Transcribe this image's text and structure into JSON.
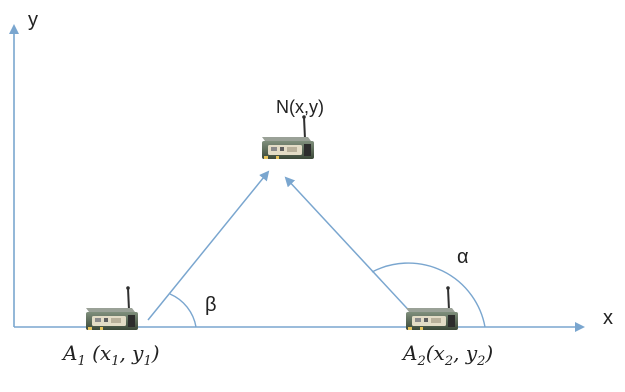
{
  "colors": {
    "axis": "#7aa6cf",
    "vector": "#7aa6cf",
    "arc": "#7aa6cf",
    "text": "#222222"
  },
  "axes": {
    "x_label": "x",
    "y_label": "y"
  },
  "nodes": {
    "unknown": {
      "label": "N(x,y)",
      "icon": "wireless-sensor-board-icon"
    },
    "anchor1": {
      "prefix": "A",
      "sub": "1",
      "mid": " (x",
      "sub2": "1",
      "mid2": ", y",
      "sub3": "1",
      "suffix": ")",
      "icon": "wireless-sensor-board-icon"
    },
    "anchor2": {
      "prefix": "A",
      "sub": "2",
      "mid": "(x",
      "sub2": "2",
      "mid2": ", y",
      "sub3": "2",
      "suffix": ")",
      "icon": "wireless-sensor-board-icon"
    }
  },
  "angles": {
    "alpha": "α",
    "beta": "β"
  }
}
